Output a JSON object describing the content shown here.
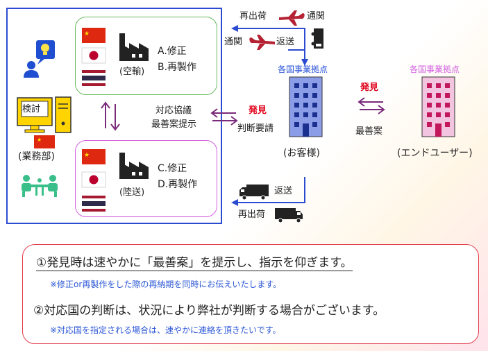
{
  "top_left": {
    "factory_top": {
      "item_a": "A.修正",
      "item_b": "B.再製作",
      "transport": "(空輸)"
    },
    "factory_bottom": {
      "item_c": "C.修正",
      "item_d": "D.再製作",
      "transport": "(陸送)"
    },
    "department": {
      "screen_label": "検討",
      "name": "(業務部)"
    }
  },
  "middle": {
    "consult_line1": "対応協議",
    "consult_line2": "最善案提示",
    "discovery": "発見",
    "judgement_request": "判断要請"
  },
  "customer": {
    "header": "各国事業拠点",
    "name": "(お客様)"
  },
  "end_user": {
    "header": "各国事業拠点",
    "name": "(エンドユーザー)",
    "discovery": "発見",
    "best_plan": "最善案"
  },
  "air_flow": {
    "reship": "再出荷",
    "customs_top": "通関",
    "customs_bottom": "通関",
    "return": "返送"
  },
  "land_flow": {
    "return": "返送",
    "reship": "再出荷"
  },
  "notes": {
    "note1_main": "①発見時は速やかに「最善案」を提示し、指示を仰ぎます。",
    "note1_sub": "※修正or再製作をした際の再納期を同時にお伝えいたします。",
    "note2_main": "②対応国の判断は、状況により弊社が判断する場合がございます。",
    "note2_sub": "※対応国を指定される場合は、速やかに連絡を頂きたいです。"
  },
  "colors": {
    "frame_blue": "#2b4bd0",
    "air_box_green": "#66b95c",
    "land_box_pink": "#d35ee0",
    "accent_red": "#e0001a",
    "plane_red": "#b52234",
    "building_blue": "#8c9de8",
    "building_pink": "#f3c4df",
    "note_border": "#e43a4a"
  },
  "icons": [
    "lightbulb-person-icon",
    "computer-icon",
    "meeting-icon",
    "factory-icon",
    "china-flag-icon",
    "japan-flag-icon",
    "thailand-flag-icon",
    "airplane-icon",
    "truck-icon",
    "building-icon",
    "exchange-arrows-icon"
  ]
}
